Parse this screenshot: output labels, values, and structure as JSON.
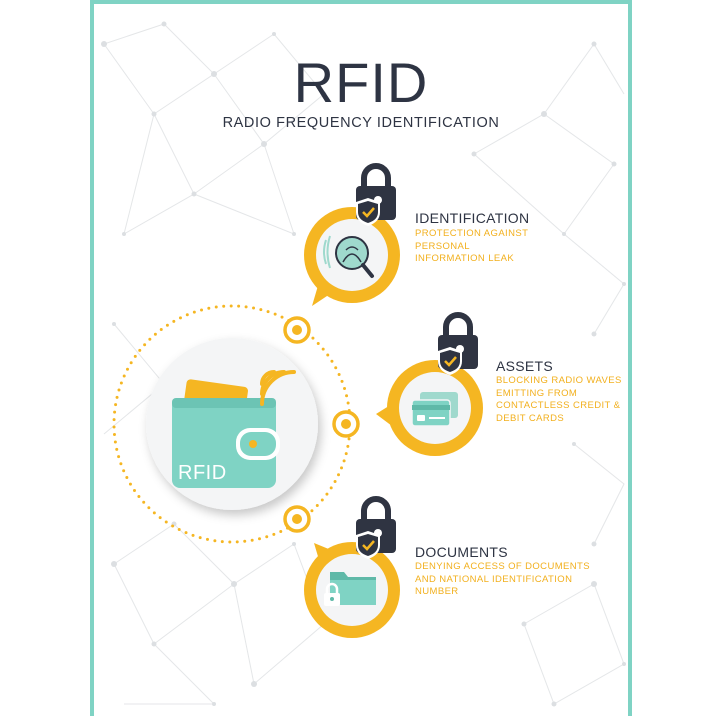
{
  "header": {
    "title": "RFID",
    "subtitle": "RADIO FREQUENCY IDENTIFICATION"
  },
  "center": {
    "wallet_label": "RFID",
    "icon": "wallet-wifi-icon"
  },
  "features": [
    {
      "heading": "IDENTIFICATION",
      "description": [
        "PROTECTION AGAINST",
        "PERSONAL",
        "INFORMATION LEAK"
      ],
      "icon": "fingerprint-search-icon"
    },
    {
      "heading": "ASSETS",
      "description": [
        "BLOCKING RADIO WAVES",
        "EMITTING FROM",
        "CONTACTLESS CREDIT &",
        "DEBIT CARDS"
      ],
      "icon": "credit-card-icon"
    },
    {
      "heading": "DOCUMENTS",
      "description": [
        "DENYING ACCESS OF DOCUMENTS",
        "AND NATIONAL IDENTIFICATION",
        "NUMBER"
      ],
      "icon": "folder-lock-icon"
    }
  ],
  "colors": {
    "accent_yellow": "#f5b622",
    "mint": "#7fd3c4",
    "dark_text": "#2e3443",
    "lock_dark": "#2f3442"
  }
}
